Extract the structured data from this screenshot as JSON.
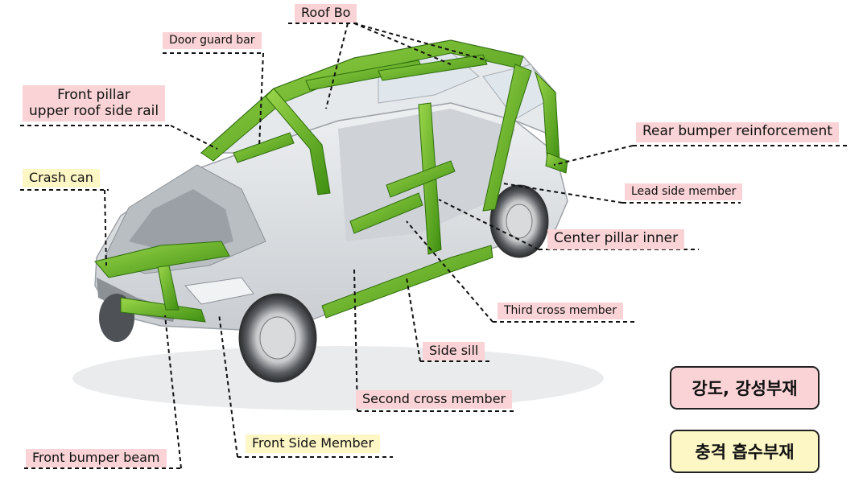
{
  "labels": {
    "roof_bow": "Roof Bo",
    "door_guard_bar": "Door guard bar",
    "front_pillar_line1": "Front pillar",
    "front_pillar_line2": "upper roof side rail",
    "crash_can": "Crash can",
    "rear_bumper_reinforcement": "Rear bumper reinforcement",
    "lead_side_member": "Lead side member",
    "center_pillar_inner": "Center pillar inner",
    "third_cross_member": "Third cross member",
    "side_sill": "Side sill",
    "second_cross_member": "Second cross member",
    "front_side_member": "Front Side Member",
    "front_bumper_beam": "Front bumper beam"
  },
  "legend": {
    "strength_members": "강도, 강성부재",
    "impact_absorbing_members": "충격 흡수부재"
  },
  "colors": {
    "pink_label": "#f9d3d5",
    "yellow_label": "#fdf6c5",
    "highlight_green": "#5fae1e",
    "body_silver": "#dcdfe2"
  }
}
